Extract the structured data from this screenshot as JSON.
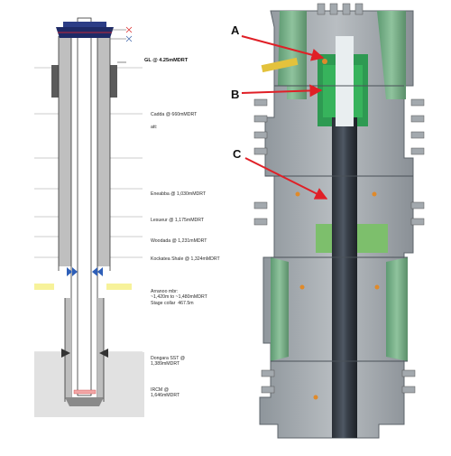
{
  "well_schematic": {
    "depth_labels": [
      {
        "id": "gl",
        "lines": [
          "GL @ 4.25mMDRT"
        ]
      },
      {
        "id": "cadda",
        "lines": [
          "Cadda @ 660mMDRT"
        ]
      },
      {
        "id": "note",
        "lines": [
          "att:"
        ]
      },
      {
        "id": "eneabba",
        "lines": [
          "Eneabba @ 1,030mMDRT"
        ]
      },
      {
        "id": "lesueur",
        "lines": [
          "Lesueur @ 1,175mMDRT"
        ]
      },
      {
        "id": "woodada",
        "lines": [
          "Woodada @ 1,231mMDRT"
        ]
      },
      {
        "id": "kockatea",
        "lines": [
          "Kockatea Shale @ 1,324mMDRT"
        ]
      },
      {
        "id": "arranoo",
        "lines": [
          "Arranoo mbr:",
          "~1,420m to ~1,480mMDRT",
          "Stage collar  467.5m"
        ]
      },
      {
        "id": "dongara",
        "lines": [
          "Dongara SST @",
          "1,389mMDRT"
        ]
      },
      {
        "id": "irm",
        "lines": [
          "IRCM @",
          "1,646mMDRT"
        ]
      }
    ]
  },
  "wellhead_cutaway": {
    "callouts": [
      "A",
      "B",
      "C"
    ]
  }
}
